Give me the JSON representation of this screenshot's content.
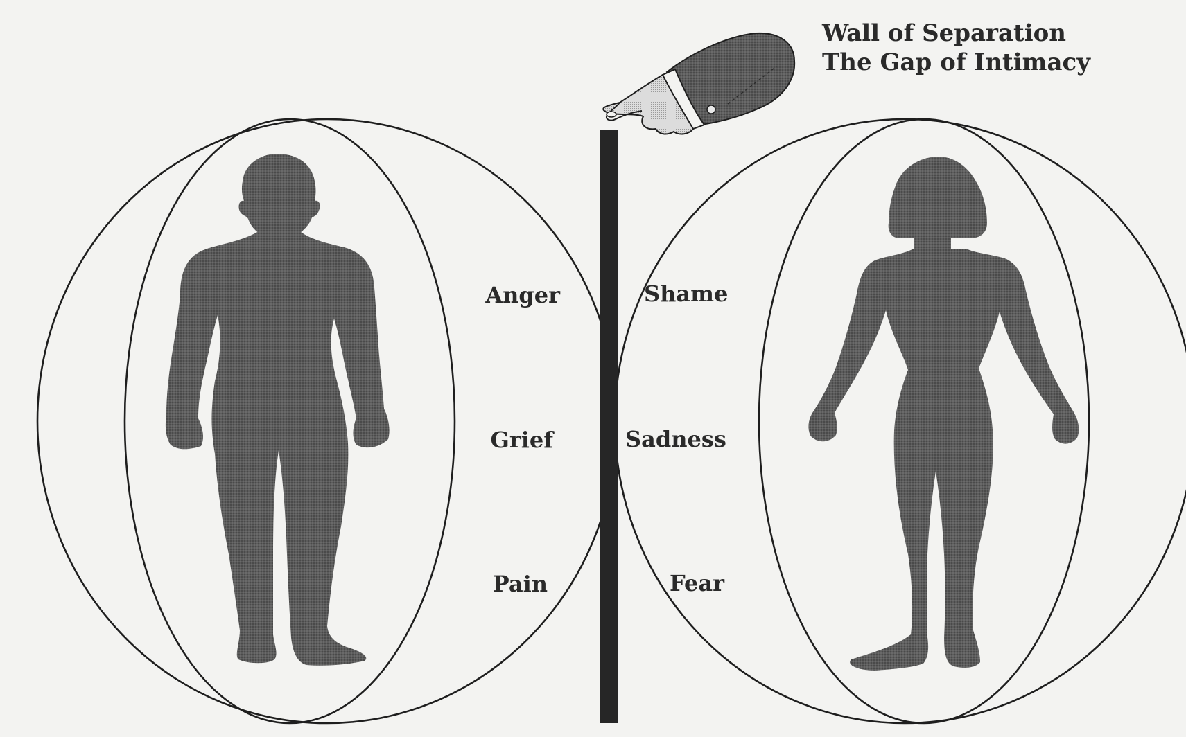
{
  "title": {
    "line1": "Wall of Separation",
    "line2": "The Gap of Intimacy"
  },
  "left_emotions": [
    "Anger",
    "Grief",
    "Pain"
  ],
  "right_emotions": [
    "Shame",
    "Sadness",
    "Fear"
  ],
  "colors": {
    "background": "#f3f3f1",
    "ink": "#1e1e1e",
    "silhouette": "#5a5a5a",
    "wall": "#262626"
  },
  "icons": {
    "left_figure": "male-silhouette",
    "right_figure": "female-silhouette",
    "hand": "pointing-hand-icon"
  }
}
